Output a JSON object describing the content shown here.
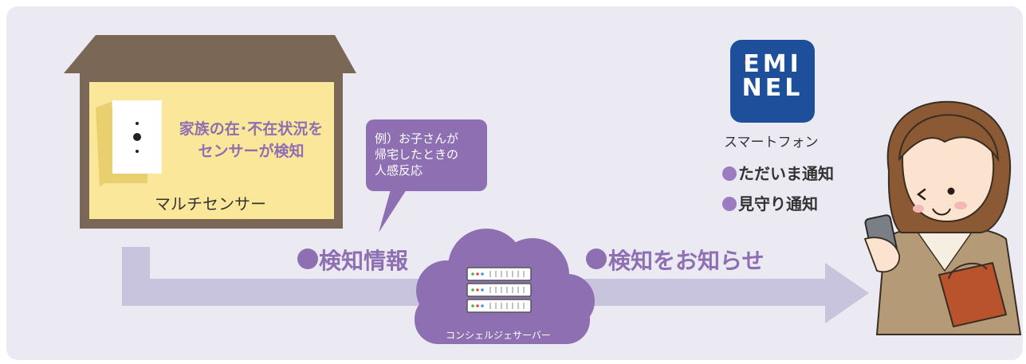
{
  "house": {
    "sensor_caption": "マルチセンサー",
    "detect_text_line1": "家族の在･不在状況を",
    "detect_text_line2": "センサーが検知"
  },
  "bubble": {
    "line1": "例）お子さんが",
    "line2": "帰宅したときの",
    "line3": "人感反応"
  },
  "flow": {
    "left_label": "検知情報",
    "right_label": "検知をお知らせ"
  },
  "server": {
    "label": "コンシェルジェサーバー"
  },
  "phone": {
    "logo_line1": "EMI",
    "logo_line2": "NEL",
    "label": "スマートフォン",
    "notifications": [
      "ただいま通知",
      "見守り通知"
    ]
  },
  "colors": {
    "panel_bg": "#ebeaf3",
    "accent_purple": "#8d6fb2",
    "arrow": "#c9c4de",
    "roof": "#7a6755",
    "house_wall": "#fbe79a",
    "logo_blue": "#1e4f9a"
  }
}
